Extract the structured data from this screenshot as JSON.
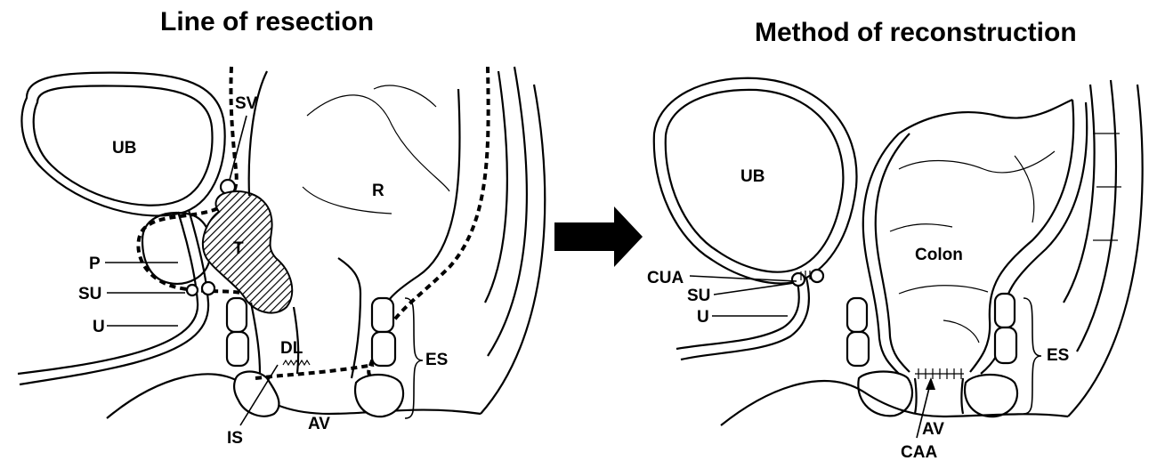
{
  "titles": {
    "left": "Line of resection",
    "right": "Method of reconstruction"
  },
  "left_panel": {
    "labels": {
      "ub": "UB",
      "sv": "SV",
      "r": "R",
      "t": "T",
      "p": "P",
      "su": "SU",
      "u": "U",
      "dl": "DL",
      "es": "ES",
      "is": "IS",
      "av": "AV"
    }
  },
  "right_panel": {
    "labels": {
      "ub": "UB",
      "colon": "Colon",
      "cua": "CUA",
      "su": "SU",
      "u": "U",
      "es": "ES",
      "av": "AV",
      "caa": "CAA"
    }
  },
  "arrow": {
    "direction": "right",
    "color": "#000000"
  }
}
